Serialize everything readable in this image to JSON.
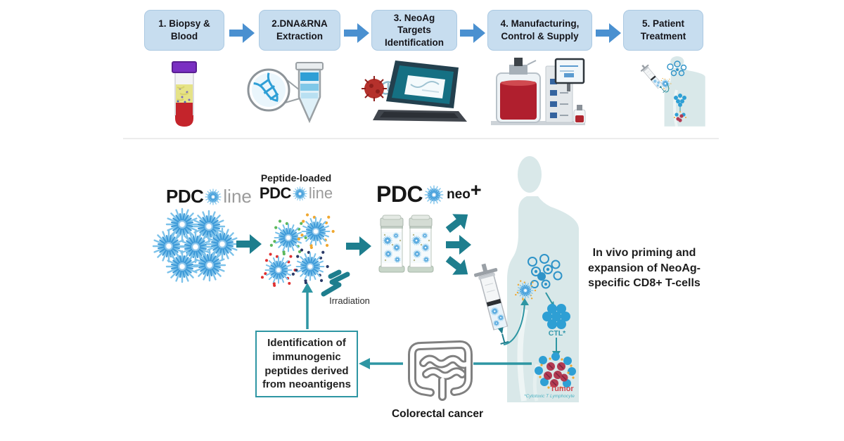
{
  "steps": [
    "1. Biopsy & Blood",
    "2.DNA&RNA Extraction",
    "3. NeoAg Targets Identification",
    "4. Manufacturing, Control & Supply",
    "5. Patient Treatment"
  ],
  "branding": {
    "pdc": "PDC",
    "line_suffix": "line",
    "peptide_loaded": "Peptide-loaded",
    "neo_suffix": "neo",
    "neo_plus": "+"
  },
  "labels": {
    "irradiation": "Irradiation",
    "identification_box": "Identification of immunogenic peptides derived from neoantigens",
    "colorectal_cancer": "Colorectal cancer",
    "in_vivo": "In vivo priming and expansion of NeoAg-specific CD8+ T-cells",
    "ctl": "CTL*",
    "tumor": "Tumor",
    "footnote": "*Cytotoxic T Lymphocyte"
  },
  "icons": {
    "step1": "blood-tube-icon",
    "step2": "dna-magnifier-tube-icon",
    "step3": "laptop-dna-icon",
    "step4": "bioreactor-icon",
    "step5": "patient-body-syringe-icon",
    "cell": "pdc-starburst-cell-icon",
    "bolt": "irradiation-lightning-icon",
    "colon": "colon-icon",
    "syringe": "syringe-icon",
    "body": "body-silhouette"
  },
  "colors": {
    "teal_accent": "#1e7e8e",
    "step_box_bg": "#c7ddef",
    "step_arrow_blue": "#4a90d0",
    "body_silhouette": "#d9e8e9",
    "cell_blue": "#3e9ad8",
    "tumor_red": "#b23a52",
    "tumor_label_red": "#d2444f"
  }
}
